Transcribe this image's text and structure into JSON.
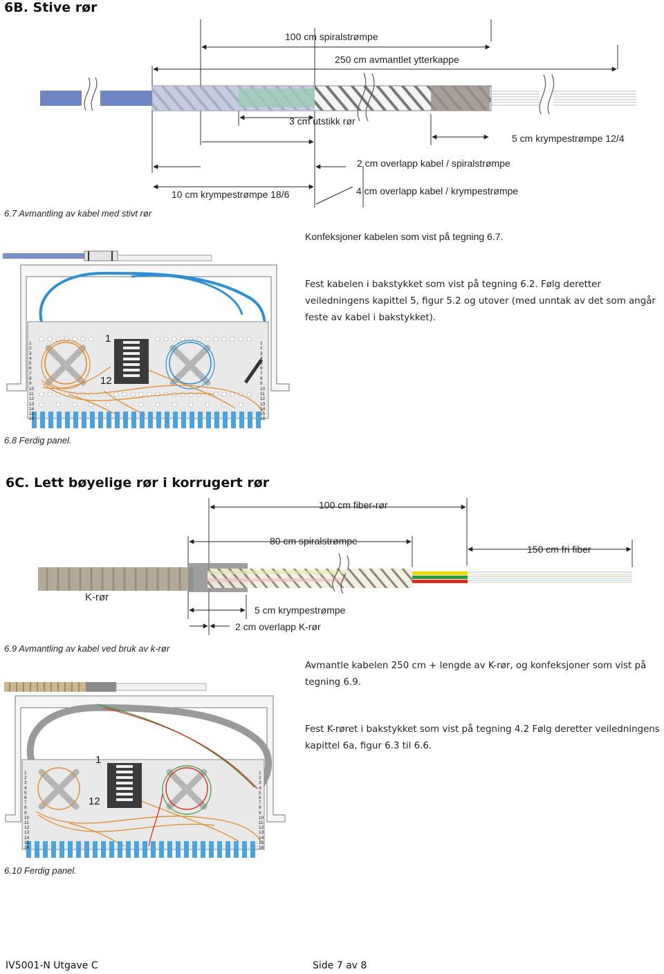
{
  "section_6b": {
    "title": "6B. Stive rør",
    "diagram": {
      "label_spiral": "100 cm spiralstrømpe",
      "label_outer": "250 cm avmantlet ytterkappe",
      "label_protrude": "3 cm utstikk rør",
      "label_shrink_small": "5 cm krympestrømpe 12/4",
      "label_overlap_spiral": "2 cm overlapp kabel / spiralstrømpe",
      "label_shrink_large": "10 cm krympestrømpe 18/6",
      "label_overlap_shrink": "4 cm overlapp kabel / krympestrømpe"
    },
    "fig1_caption": "6.7 Avmantling av kabel med stivt rør",
    "para1": "Konfeksjoner kabelen som vist på tegning 6.7.",
    "para2": "Fest kabelen i bakstykket som vist på tegning 6.2. Følg deretter veiledningens kapittel 5, figur 5.2 og utover (med unntak av det som angår feste av kabel i bakstykket).",
    "panel": {
      "label_top": "1",
      "label_bottom": "12",
      "row_numbers": [
        "1",
        "2",
        "3",
        "4",
        "5",
        "6",
        "7",
        "8",
        "9",
        "10",
        "11",
        "12",
        "13",
        "14",
        "15",
        "16"
      ]
    },
    "fig2_caption": "6.8 Ferdig panel."
  },
  "section_6c": {
    "title": "6C. Lett bøyelige rør i korrugert rør",
    "diagram": {
      "label_fiber_tube": "100 cm fiber-rør",
      "label_spiral": "80 cm spiralstrømpe",
      "label_free_fiber": "150 cm fri fiber",
      "label_ktube": "K-rør",
      "label_shrink": "5 cm krympestrømpe",
      "label_overlap": "2 cm overlapp K-rør"
    },
    "fig1_caption": "6.9 Avmantling av kabel ved bruk av k-rør",
    "para1": "Avmantle kabelen 250 cm + lengde av K-rør, og konfeksjoner som vist på tegning 6.9.",
    "para2": "Fest K-røret i bakstykket som vist på tegning 4.2 Følg deretter veiledningens kapittel 6a, figur 6.3 til 6.6.",
    "panel": {
      "label_top": "1",
      "label_bottom": "12",
      "row_numbers": [
        "1",
        "2",
        "3",
        "4",
        "5",
        "6",
        "7",
        "8",
        "9",
        "10",
        "11",
        "12",
        "13",
        "14",
        "15",
        "16"
      ]
    },
    "fig2_caption": "6.10 Ferdig panel."
  },
  "footer": {
    "doc_id": "IV5001-N Utgave C",
    "page": "Side 7 av 8"
  },
  "colors": {
    "blue_cable": "#6f86c4",
    "fiber_orange": "#e08a2a",
    "fiber_blue": "#2a8fd4",
    "panel_grey": "#e9e9e9",
    "adapter_dark": "#3b3b3b"
  }
}
